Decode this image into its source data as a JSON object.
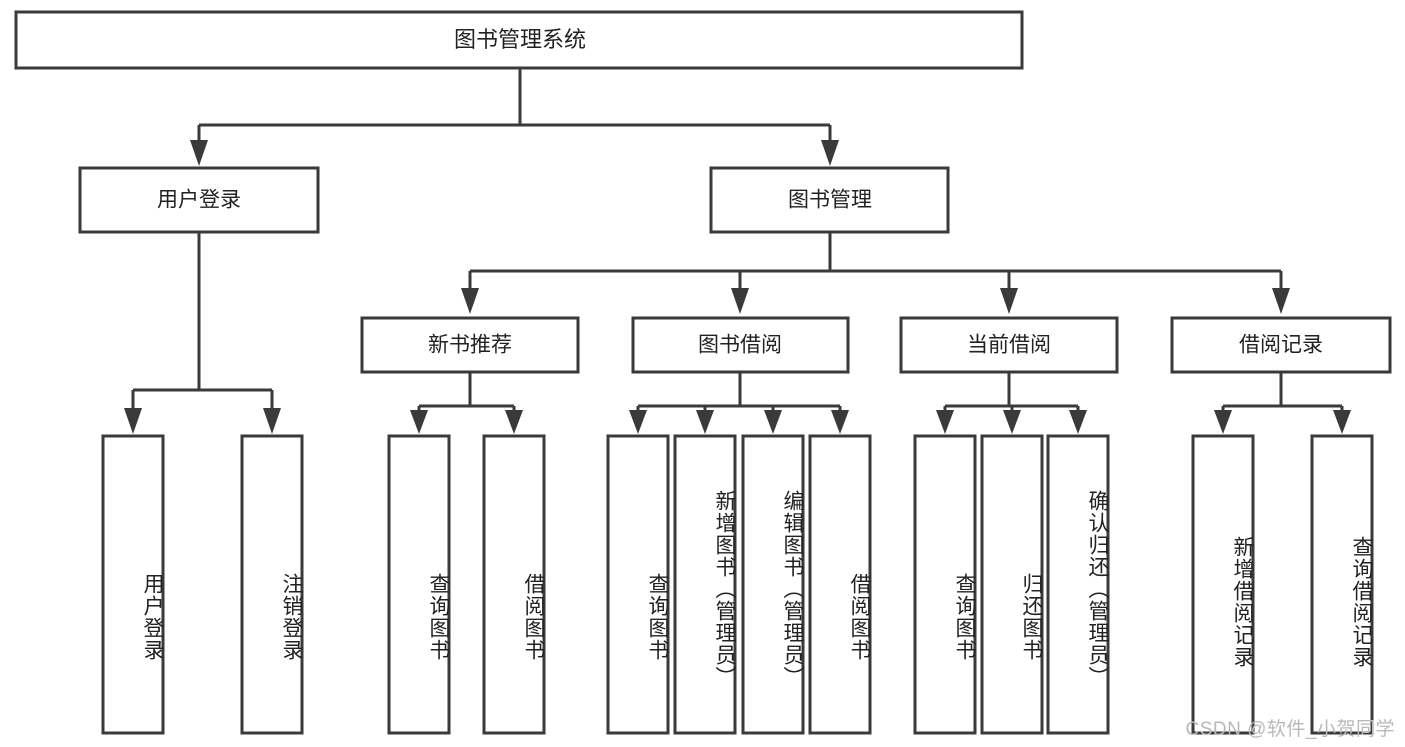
{
  "diagram": {
    "title": "图书管理系统",
    "watermark": "CSDN @软件_小贺同学",
    "line_color": "#3a3a3a",
    "box_fill": "#ffffff",
    "text_color": "#222222",
    "watermark_color": "#b9b9b9",
    "levels": {
      "root": {
        "label": "图书管理系统"
      },
      "level2": [
        {
          "label": "用户登录"
        },
        {
          "label": "图书管理"
        }
      ],
      "level3": [
        {
          "label": "新书推荐"
        },
        {
          "label": "图书借阅"
        },
        {
          "label": "当前借阅"
        },
        {
          "label": "借阅记录"
        }
      ],
      "leaves": {
        "user_login": [
          {
            "label": "用户登录"
          },
          {
            "label": "注销登录"
          }
        ],
        "new_book_recommend": [
          {
            "label": "查询图书"
          },
          {
            "label": "借阅图书"
          }
        ],
        "book_borrow": [
          {
            "label": "查询图书"
          },
          {
            "label": "新增图书（管理员）"
          },
          {
            "label": "编辑图书（管理员）"
          },
          {
            "label": "借阅图书"
          }
        ],
        "current_borrow": [
          {
            "label": "查询图书"
          },
          {
            "label": "归还图书"
          },
          {
            "label": "确认归还（管理员）"
          }
        ],
        "borrow_record": [
          {
            "label": "新增借阅记录"
          },
          {
            "label": "查询借阅记录"
          }
        ]
      }
    }
  }
}
